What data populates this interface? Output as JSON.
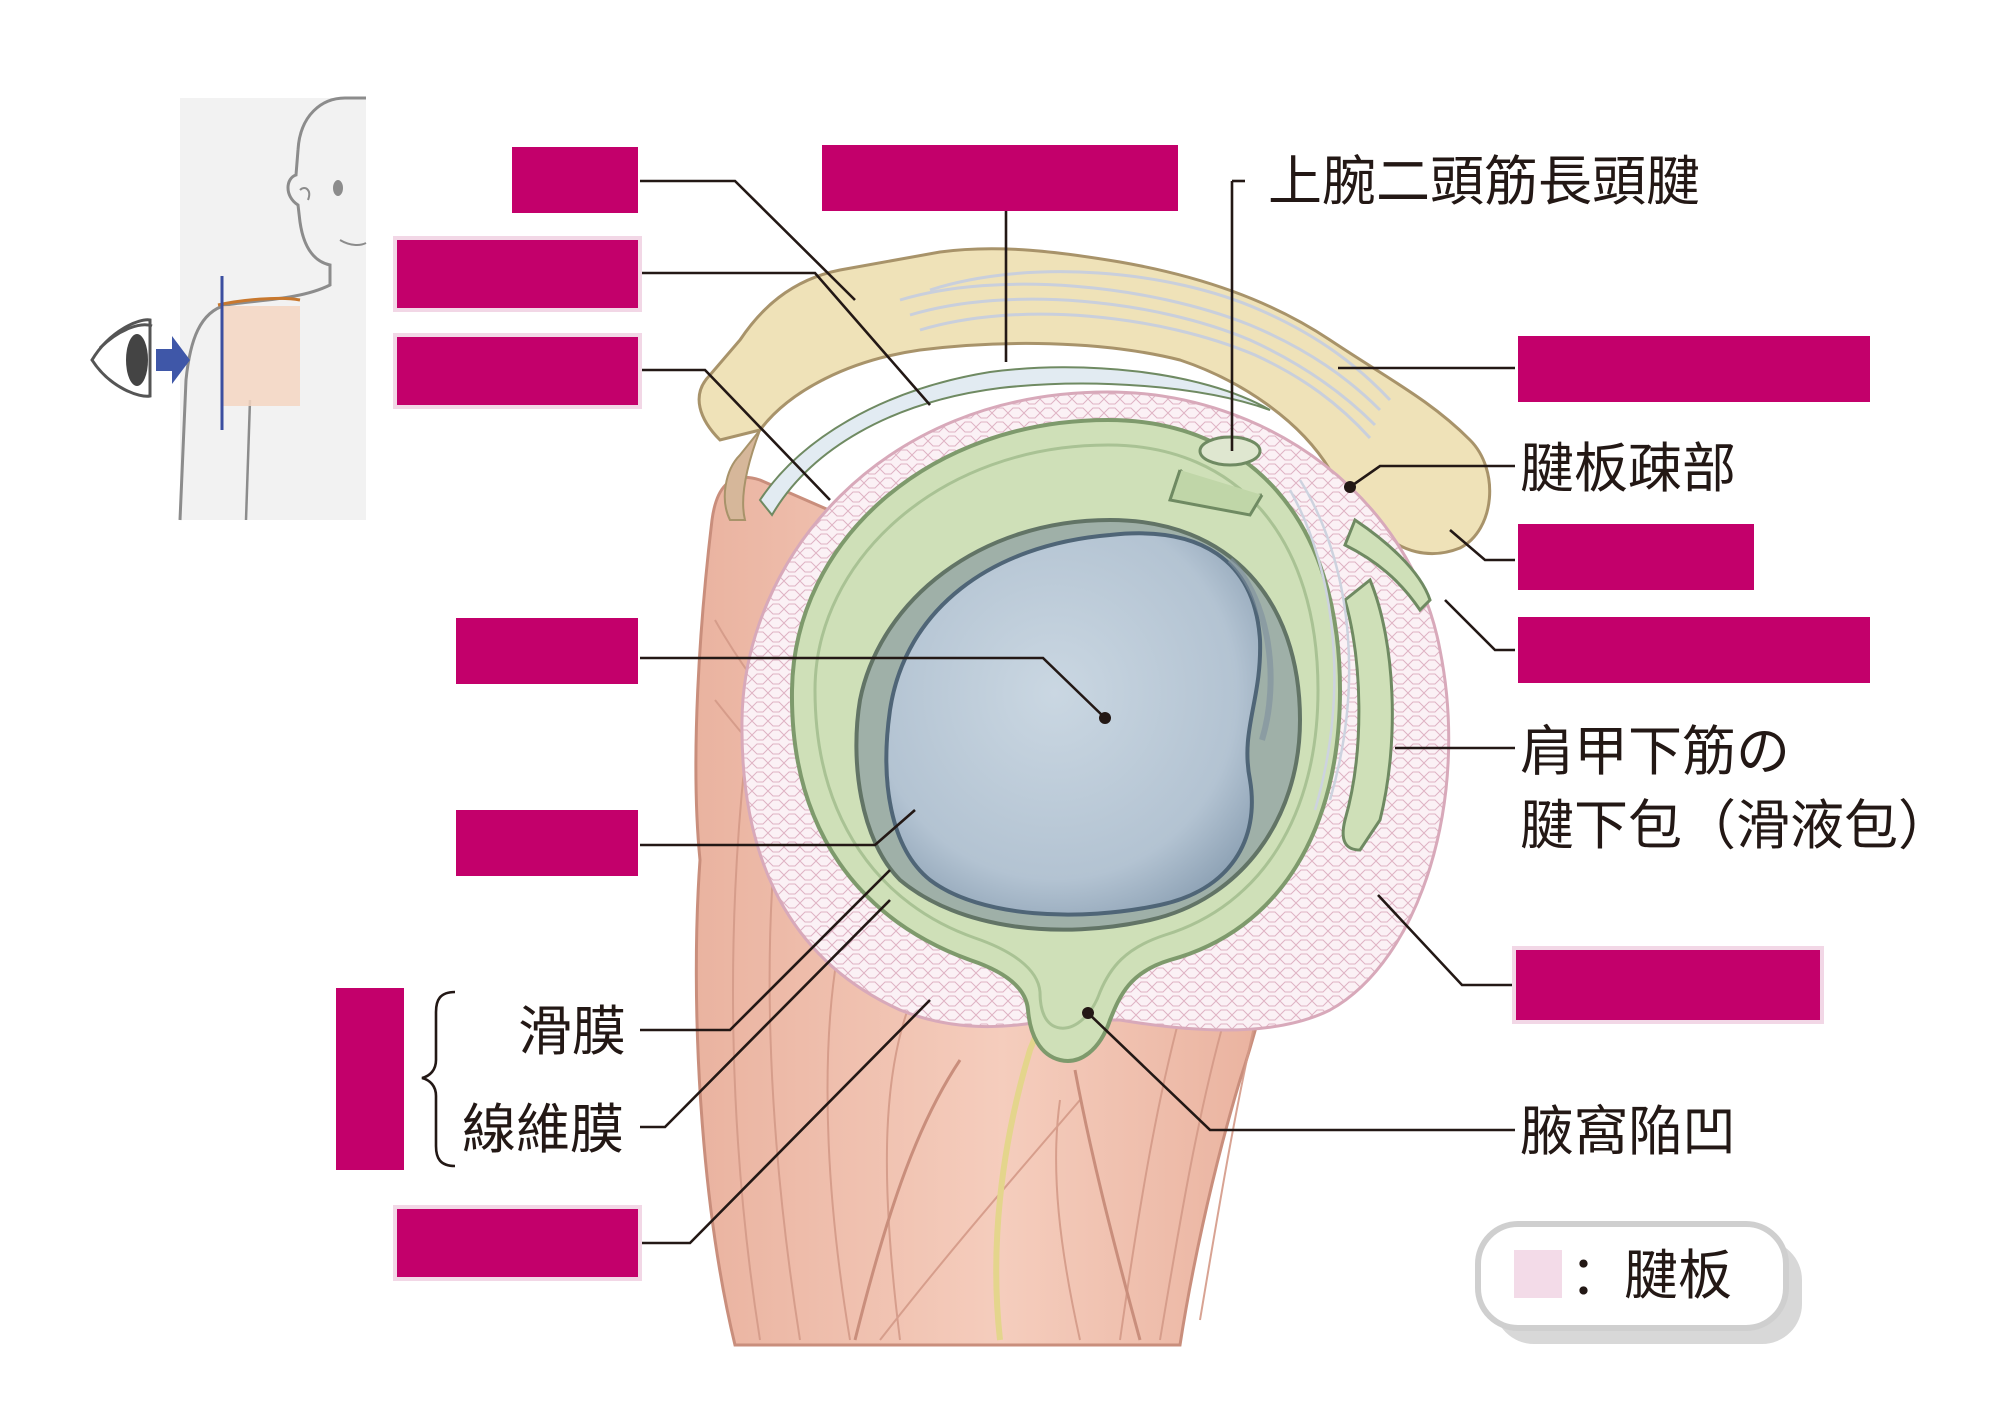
{
  "labels": {
    "biceps_long_head_tendon": "上腕二頭筋長頭腱",
    "rotator_interval": "腱板疎部",
    "subscapular_bursa_line1": "肩甲下筋の",
    "subscapular_bursa_line2": "腱下包（滑液包）",
    "synovial_membrane": "滑膜",
    "fibrous_membrane": "線維膜",
    "axillary_recess": "腋窩陥凹"
  },
  "legend": {
    "rotator_cuff_label": "：腱板",
    "rotator_cuff_color": "#f3dbe8"
  },
  "colors": {
    "answer_box": "#c3006b",
    "leader_line": "#231815",
    "humeral_head": "#bccbd8",
    "joint_capsule": "#cfe0b8",
    "bone": "#efe2b8",
    "muscle": "#f2c4b4",
    "tendon": "#dfe2ea"
  },
  "icons": [
    "eye-icon",
    "arrow-right-icon",
    "shoulder-figure-icon"
  ]
}
